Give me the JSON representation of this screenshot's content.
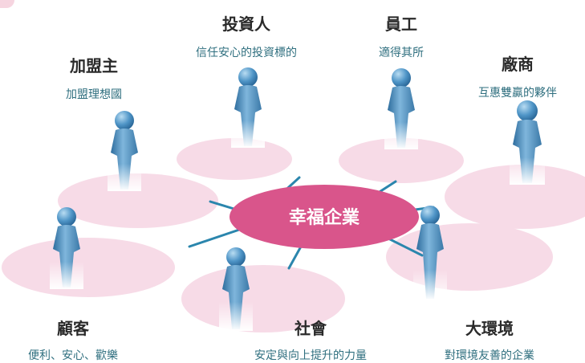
{
  "center": {
    "label": "幸福企業"
  },
  "stakeholders": [
    {
      "id": "investor",
      "title": "投資人",
      "subtitle": "信任安心的投資標的"
    },
    {
      "id": "employee",
      "title": "員工",
      "subtitle": "適得其所"
    },
    {
      "id": "franchisee",
      "title": "加盟主",
      "subtitle": "加盟理想國"
    },
    {
      "id": "vendor",
      "title": "廠商",
      "subtitle": "互惠雙贏的夥伴"
    },
    {
      "id": "customer",
      "title": "顧客",
      "subtitle": "便利、安心、歡樂"
    },
    {
      "id": "society",
      "title": "社會",
      "subtitle": "安定與向上提升的力量"
    },
    {
      "id": "environment",
      "title": "大環境",
      "subtitle": "對環境友善的企業"
    }
  ],
  "colors": {
    "center_fill": "#d9558b",
    "disc_fill": "#f7dbe7",
    "connector": "#2b86ad",
    "figure": "#3c86b8",
    "subtitle_text": "#2f6f7f"
  }
}
